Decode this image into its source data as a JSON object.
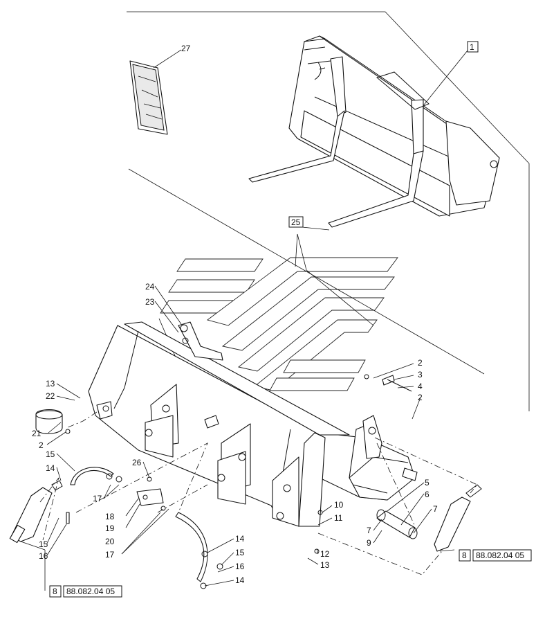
{
  "labels": {
    "n1": "1",
    "n2a": "2",
    "n2b": "2",
    "n2c": "2",
    "n3": "3",
    "n4": "4",
    "n5": "5",
    "n6": "6",
    "n7a": "7",
    "n7b": "7",
    "n9": "9",
    "n10": "10",
    "n11": "11",
    "n12": "12",
    "n13a": "13",
    "n13b": "13",
    "n14a": "14",
    "n14b": "14",
    "n14c": "14",
    "n15a": "15",
    "n15b": "15",
    "n15c": "15",
    "n16a": "16",
    "n16b": "16",
    "n17a": "17",
    "n17b": "17",
    "n18": "18",
    "n19": "19",
    "n20": "20",
    "n21": "21",
    "n22": "22",
    "n23": "23",
    "n24": "24",
    "n25": "25",
    "n26": "26",
    "n27": "27"
  },
  "references": {
    "left": {
      "index": "8",
      "code": "88.082.04 05"
    },
    "right": {
      "index": "8",
      "code": "88.082.04 05"
    }
  }
}
